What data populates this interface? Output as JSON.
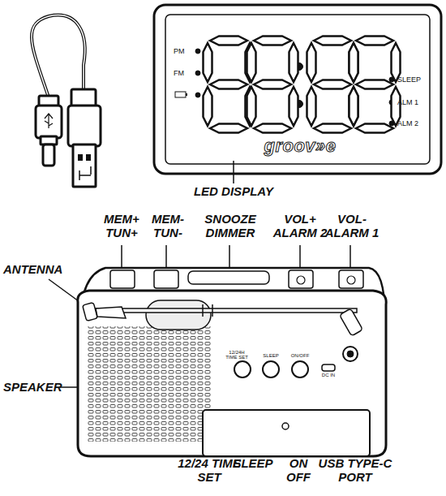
{
  "diagram": {
    "labels": [
      "PM",
      "FM",
      "SLEEP",
      "ALM 1",
      "ALM 2",
      "groov»e",
      "LED DISPLAY",
      "MEM+ TUN+",
      "MEM- TUN-",
      "SNOOZE DIMMER",
      "VOL+ ALARM 2",
      "VOL- ALARM 1",
      "ANTENNA",
      "SPEAKER",
      "12/24H TIME SET",
      "SLEEP",
      "ON/OFF",
      "DC IN",
      "12/24 TIME SET",
      "SLEEP",
      "ON OFF",
      "USB TYPE-C PORT"
    ]
  }
}
